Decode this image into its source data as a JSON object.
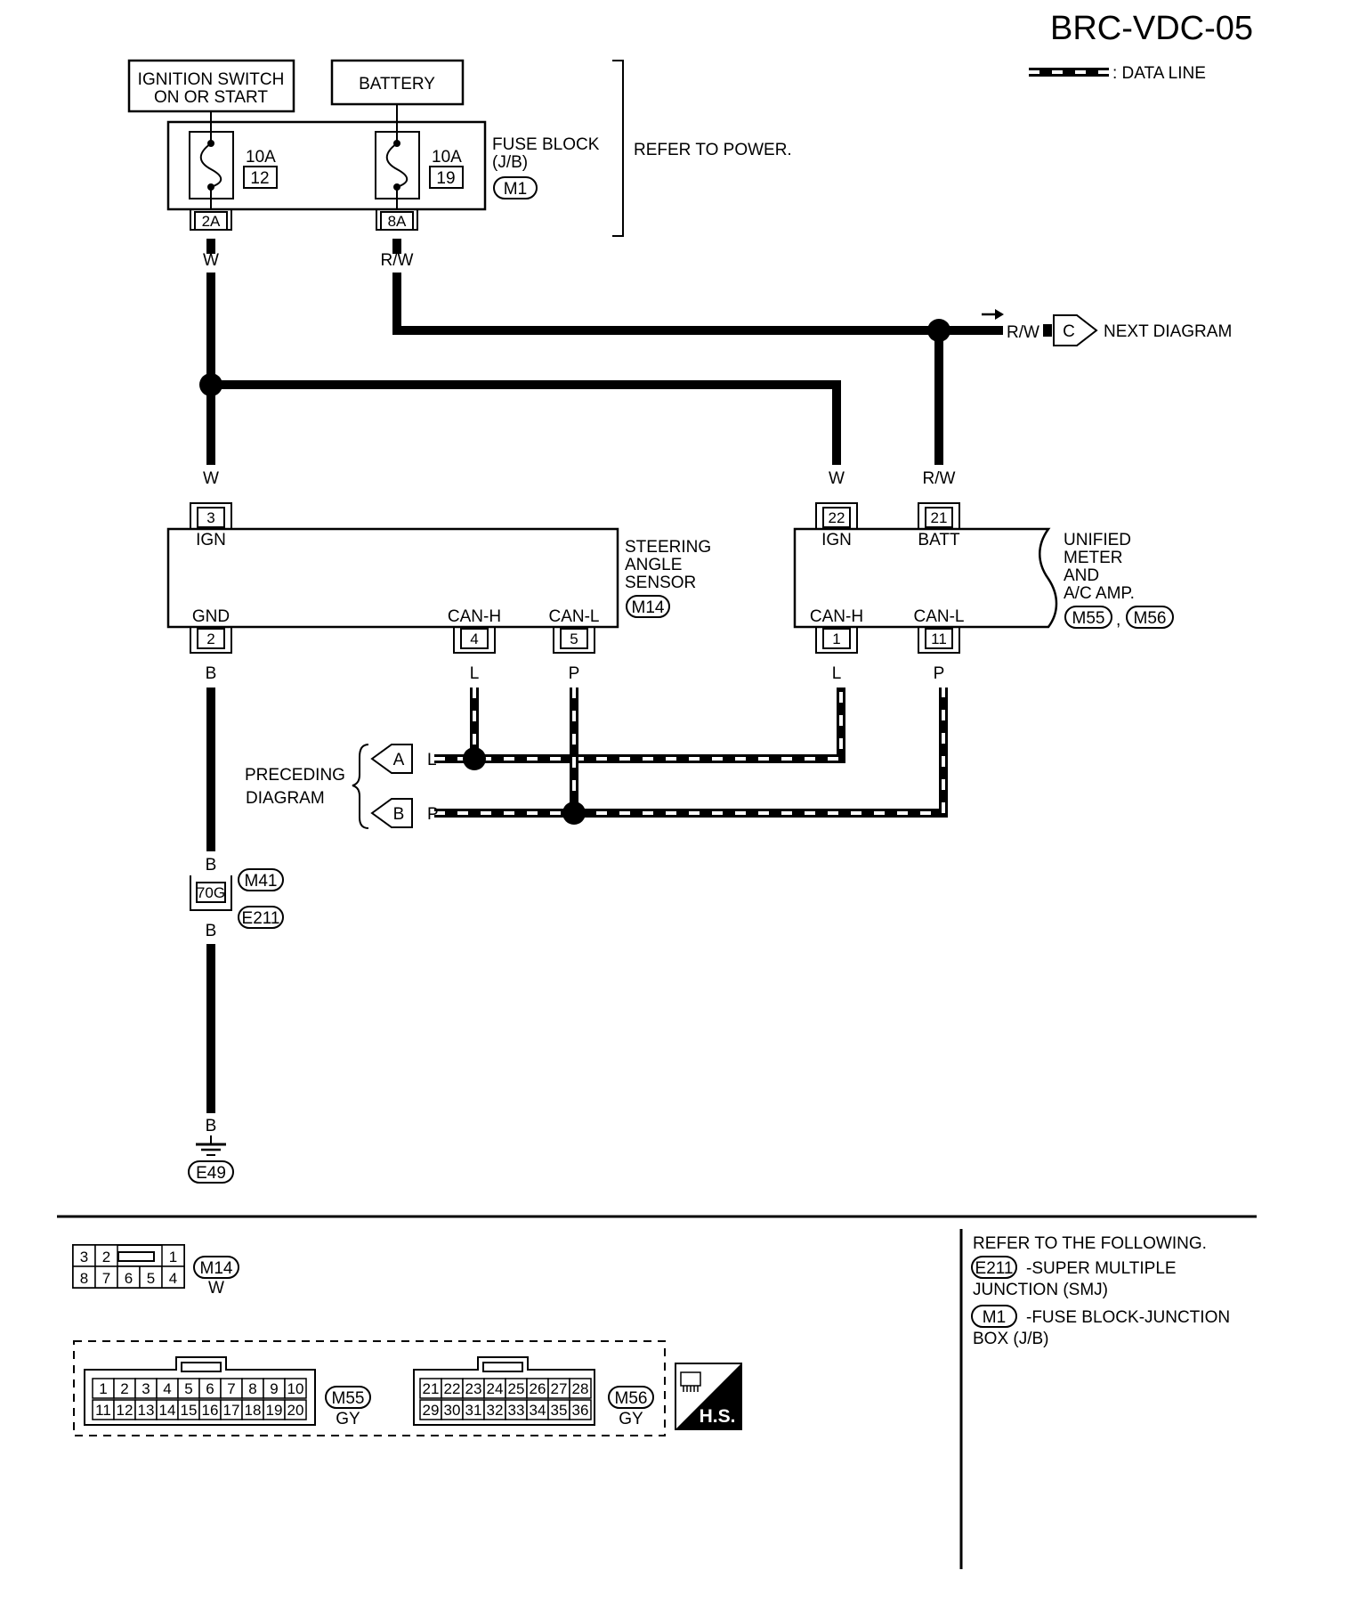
{
  "header": {
    "title": "BRC-VDC-05",
    "legend": ": DATA LINE"
  },
  "power_sources": {
    "ignition_line1": "IGNITION SWITCH",
    "ignition_line2": "ON OR START",
    "battery": "BATTERY"
  },
  "fuse_block": {
    "fuse1_amp": "10A",
    "fuse1_num": "12",
    "fuse2_amp": "10A",
    "fuse2_num": "19",
    "label_line1": "FUSE BLOCK",
    "label_line2": "(J/B)",
    "connector": "M1",
    "term1": "2A",
    "term2": "8A",
    "refer": "REFER TO POWER."
  },
  "wires": {
    "w_top": "W",
    "rw_top": "R/W",
    "rw_next": "R/W",
    "w_sas": "W",
    "w_meter": "W",
    "rw_meter": "R/W",
    "b1": "B",
    "l_sas": "L",
    "p_sas": "P",
    "l_meter": "L",
    "p_meter": "P",
    "l_prev": "L",
    "p_prev": "P",
    "b2": "B",
    "b3": "B",
    "b4": "B"
  },
  "next_diagram": {
    "letter": "C",
    "text": "NEXT DIAGRAM"
  },
  "steering_angle_sensor": {
    "pin_ign": "3",
    "ign": "IGN",
    "gnd": "GND",
    "canh": "CAN-H",
    "canl": "CAN-L",
    "pin_gnd": "2",
    "pin_canh": "4",
    "pin_canl": "5",
    "name_line1": "STEERING",
    "name_line2": "ANGLE",
    "name_line3": "SENSOR",
    "connector": "M14"
  },
  "unified_meter": {
    "pin_ign": "22",
    "pin_batt": "21",
    "ign": "IGN",
    "batt": "BATT",
    "canh": "CAN-H",
    "canl": "CAN-L",
    "pin_canh": "1",
    "pin_canl": "11",
    "name_line1": "UNIFIED",
    "name_line2": "METER",
    "name_line3": "AND",
    "name_line4": "A/C AMP.",
    "conn1": "M55",
    "sep": ",",
    "conn2": "M56"
  },
  "preceding": {
    "line1": "PRECEDING",
    "line2": "DIAGRAM",
    "letter_a": "A",
    "letter_b": "B"
  },
  "ground_path": {
    "joint_term": "70G",
    "conn_top": "M41",
    "conn_bottom": "E211",
    "ground_conn": "E49"
  },
  "connector_views": {
    "m14_top": [
      "3",
      "2",
      "1"
    ],
    "m14_bottom": [
      "8",
      "7",
      "6",
      "5",
      "4"
    ],
    "m14_name": "M14",
    "m14_color": "W",
    "m55_top": [
      "1",
      "2",
      "3",
      "4",
      "5",
      "6",
      "7",
      "8",
      "9",
      "10"
    ],
    "m55_bottom": [
      "11",
      "12",
      "13",
      "14",
      "15",
      "16",
      "17",
      "18",
      "19",
      "20"
    ],
    "m55_name": "M55",
    "m55_color": "GY",
    "m56_top": [
      "21",
      "22",
      "23",
      "24",
      "25",
      "26",
      "27",
      "28"
    ],
    "m56_bottom": [
      "29",
      "30",
      "31",
      "32",
      "33",
      "34",
      "35",
      "36"
    ],
    "m56_name": "M56",
    "m56_color": "GY",
    "hs_badge": "H.S."
  },
  "references": {
    "heading": "REFER TO THE FOLLOWING.",
    "ref1_conn": "E211",
    "ref1_line1": "-SUPER MULTIPLE",
    "ref1_line2": "JUNCTION (SMJ)",
    "ref2_conn": "M1",
    "ref2_line1": "-FUSE BLOCK-JUNCTION",
    "ref2_line2": "BOX (J/B)"
  }
}
